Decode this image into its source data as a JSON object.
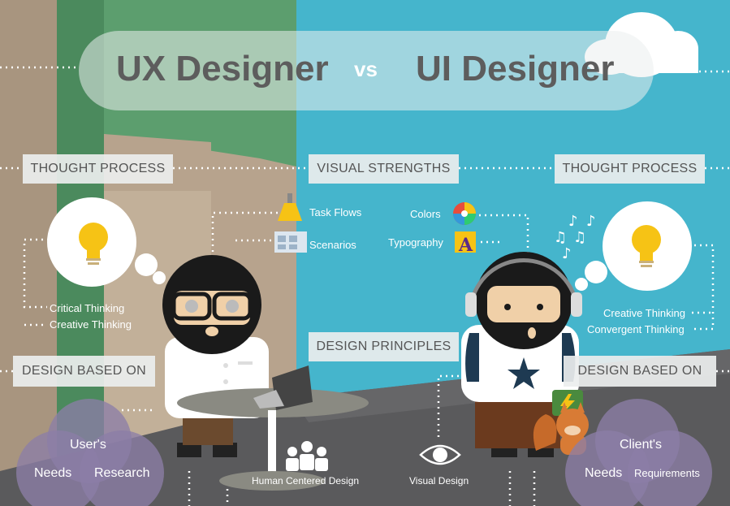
{
  "title": {
    "left": "UX Designer",
    "vs": "vs",
    "right": "UI Designer"
  },
  "ux": {
    "thought_label": "THOUGHT PROCESS",
    "thinking": [
      "Critical  Thinking",
      "Creative Thinking"
    ],
    "based_label": "DESIGN BASED ON",
    "venn": [
      "User's",
      "Needs",
      "Research"
    ]
  },
  "center": {
    "visual_label": "VISUAL STRENGTHS",
    "ux_items": [
      "Task Flows",
      "Scenarios"
    ],
    "ui_items": [
      "Colors",
      "Typography"
    ],
    "principles_label": "DESIGN PRINCIPLES",
    "hcd": "Human Centered Design",
    "vd": "Visual Design"
  },
  "ui": {
    "thought_label": "THOUGHT PROCESS",
    "thinking": [
      "Creative Thinking",
      "Convergent Thinking"
    ],
    "based_label": "DESIGN BASED ON",
    "venn": [
      "Client's",
      "Needs",
      "Requirements"
    ]
  },
  "colors": {
    "sky": "#45b5cc",
    "building": "#b7a38d",
    "green": "#5c9e6e",
    "ground": "#5a5a5c",
    "venn": "#8c7ea6",
    "accent_yellow": "#f6c315"
  }
}
